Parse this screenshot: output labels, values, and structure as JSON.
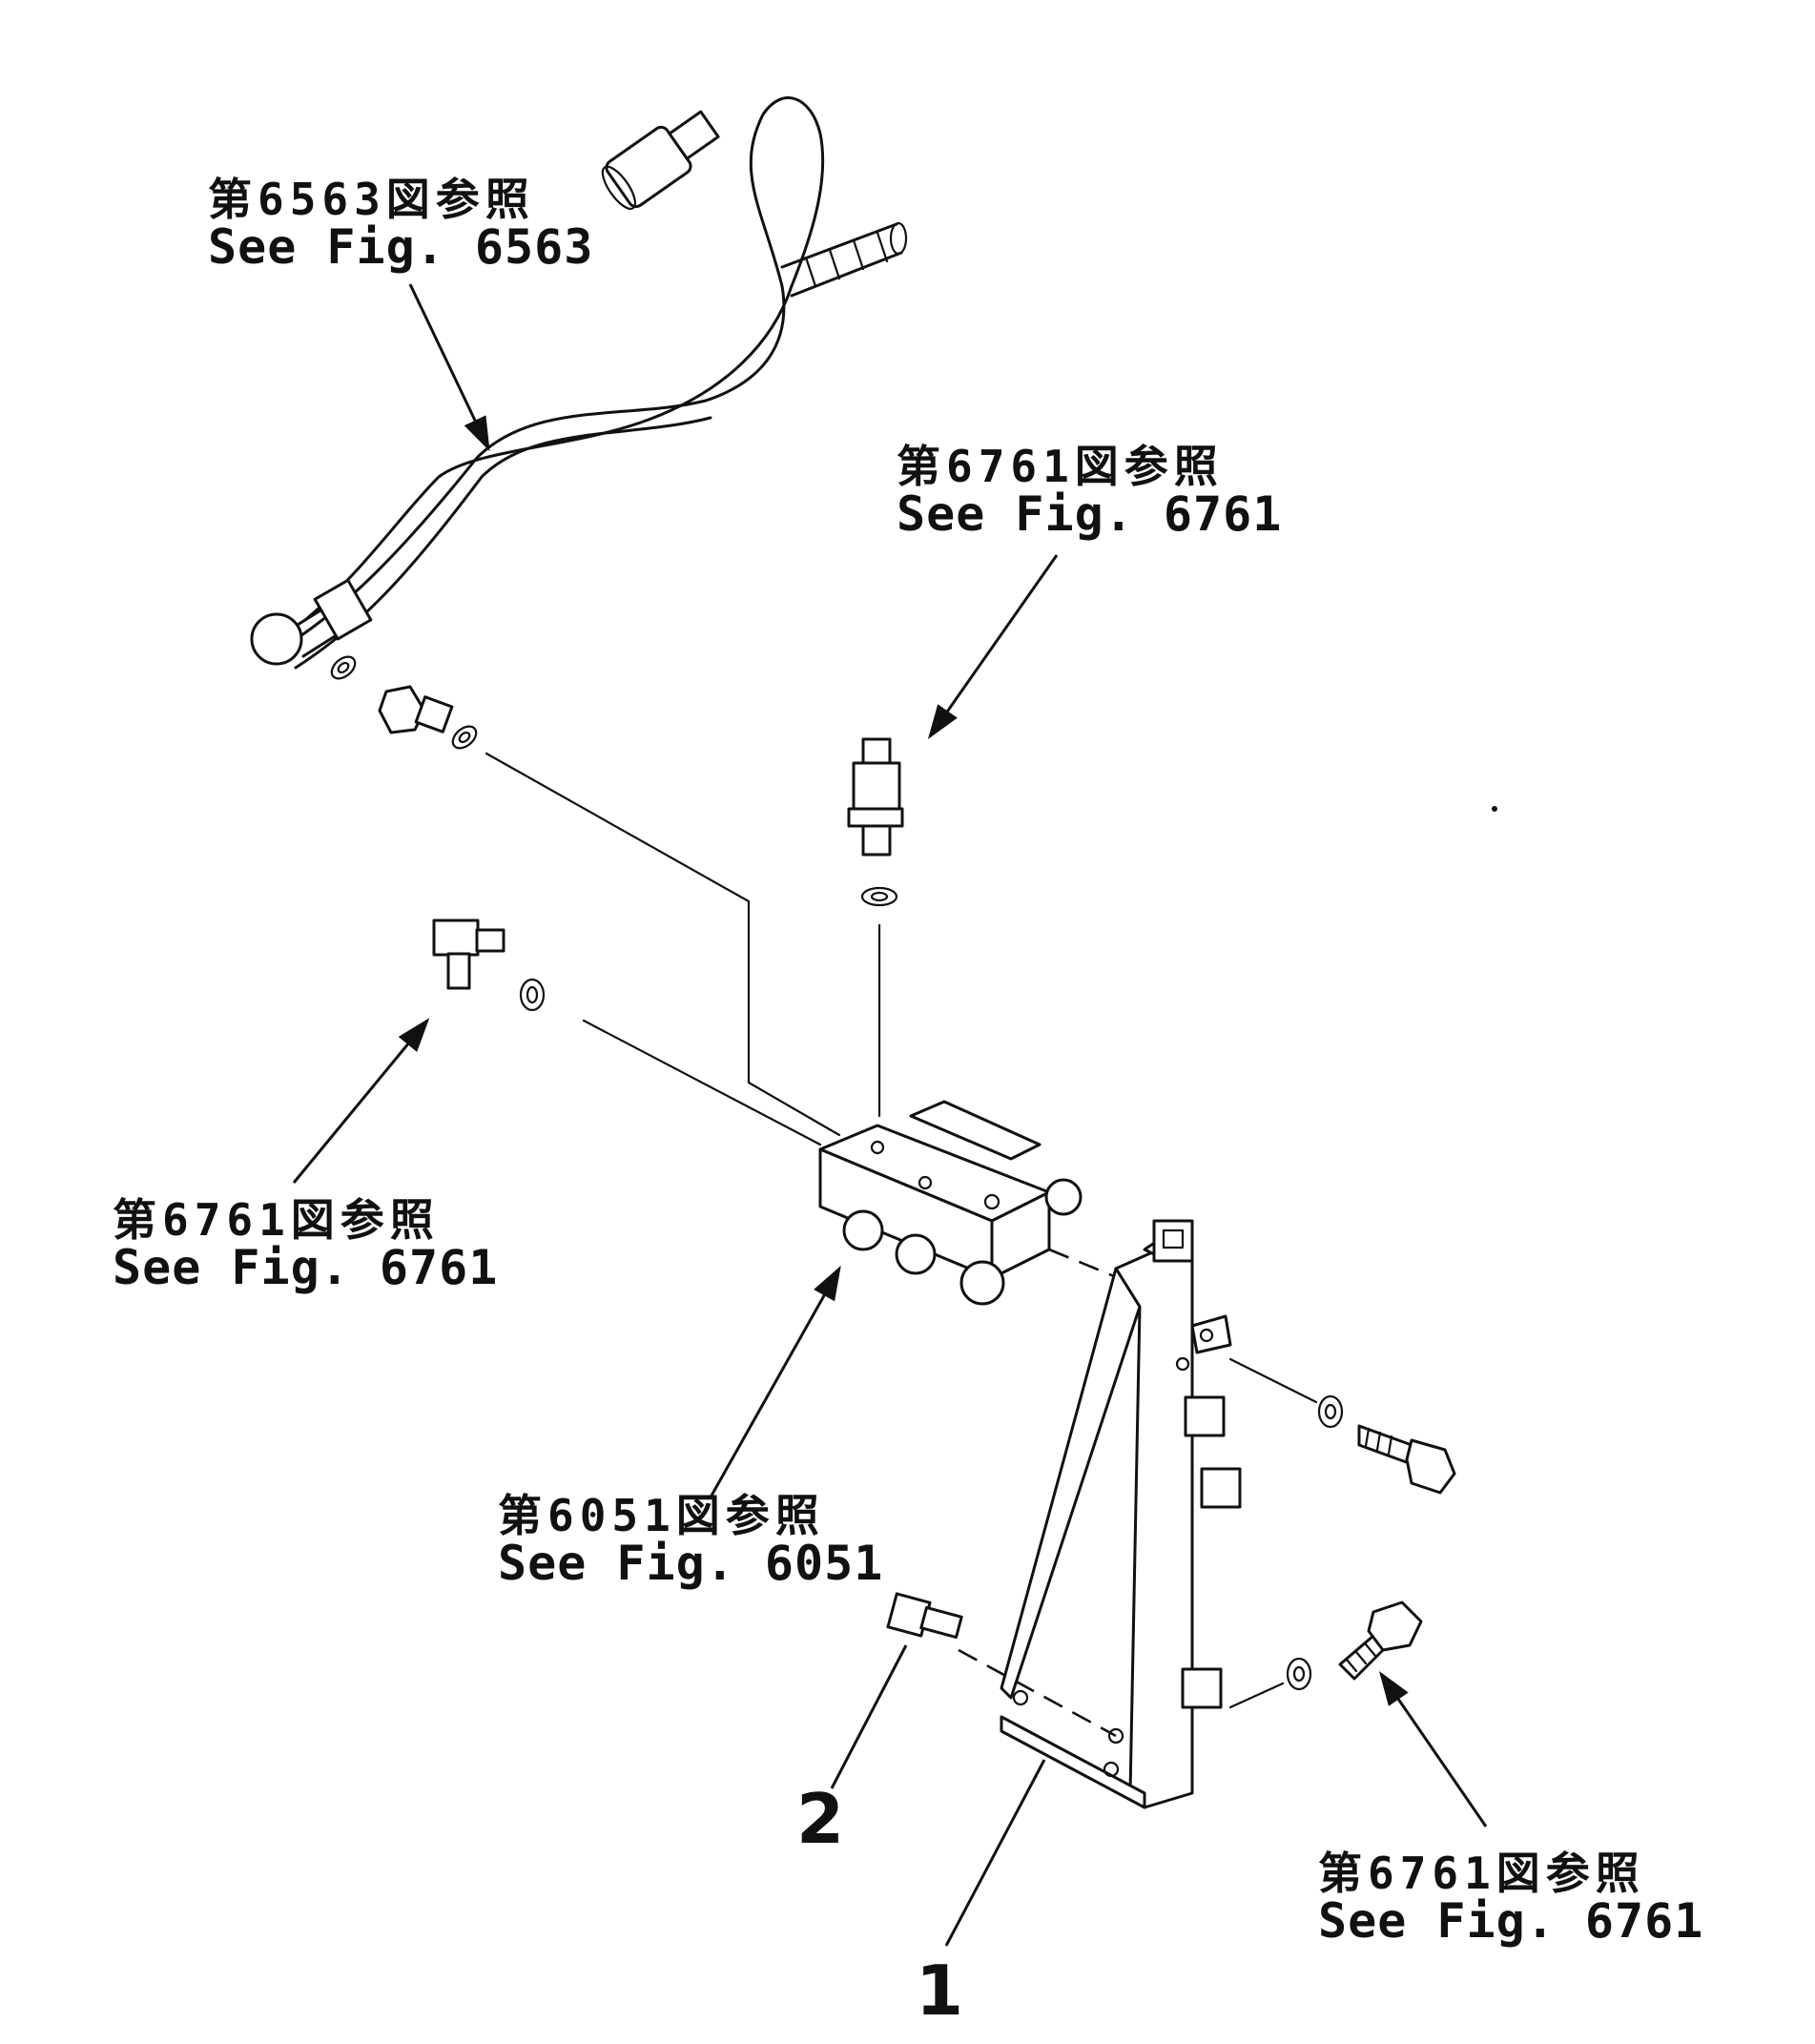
{
  "references": {
    "ref_6563": {
      "jp": "第6563図参照",
      "en": "See  Fig. 6563"
    },
    "ref_6761_top": {
      "jp": "第6761図参照",
      "en": "See  Fig. 6761"
    },
    "ref_6761_left": {
      "jp": "第6761図参照",
      "en": "See  Fig. 6761"
    },
    "ref_6051": {
      "jp": "第6051図参照",
      "en": "See  Fig. 6051"
    },
    "ref_6761_bottom": {
      "jp": "第6761図参照",
      "en": "See  Fig. 6761"
    }
  },
  "part_numbers": {
    "bracket": "1",
    "fitting": "2"
  }
}
